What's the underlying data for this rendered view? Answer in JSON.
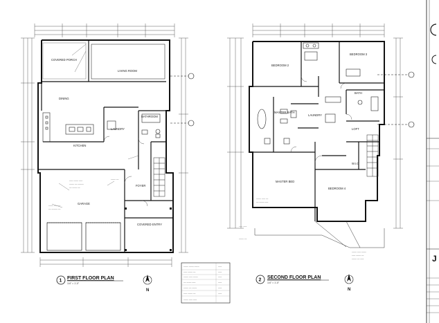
{
  "plans": [
    {
      "number": "1",
      "title": "FIRST FLOOR PLAN",
      "scale": "1/4\" = 1'-0\"",
      "rooms": {
        "covered_porch": "COVERED PORCH",
        "living_room": "LIVING ROOM",
        "dining": "DINING",
        "kitchen": "KITCHEN",
        "laundry": "LAUNDRY",
        "bathroom": "BATHROOM",
        "garage": "GARAGE",
        "foyer": "FOYER",
        "covered_entry": "COVERED ENTRY"
      }
    },
    {
      "number": "2",
      "title": "SECOND FLOOR PLAN",
      "scale": "1/4\" = 1'-0\"",
      "rooms": {
        "bedroom_2": "BEDROOM 2",
        "bedroom_3": "BEDROOM 3",
        "bath": "BATH",
        "master_bath": "MASTER BATH",
        "laundry": "LAUNDRY",
        "loft": "LOFT",
        "wic": "W.I.C",
        "master_bed": "MASTER BED",
        "bedroom_4": "BEDROOM 4"
      }
    }
  ],
  "north_label": "N",
  "title_block_text": "J"
}
